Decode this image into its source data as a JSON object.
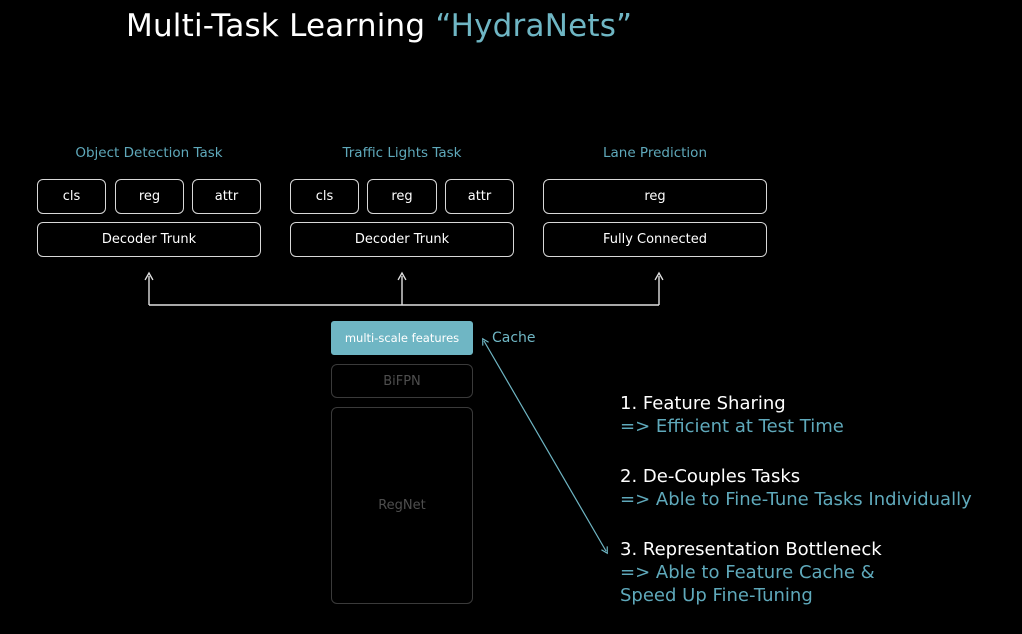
{
  "title": {
    "main": "Multi-Task Learning ",
    "accent": "“HydraNets”"
  },
  "tasks": [
    {
      "label": "Object Detection Task",
      "heads": [
        "cls",
        "reg",
        "attr"
      ],
      "trunk": "Decoder Trunk"
    },
    {
      "label": "Traffic Lights Task",
      "heads": [
        "cls",
        "reg",
        "attr"
      ],
      "trunk": "Decoder Trunk"
    },
    {
      "label": "Lane Prediction",
      "heads": [
        "reg"
      ],
      "trunk": "Fully Connected"
    }
  ],
  "backbone": {
    "features": "multi-scale features",
    "bifpn": "BiFPN",
    "regnet": "RegNet",
    "cache_label": "Cache"
  },
  "notes": [
    {
      "heading": "1. Feature Sharing",
      "lines": [
        "=> Efficient at Test Time"
      ]
    },
    {
      "heading": "2. De-Couples Tasks",
      "lines": [
        "=> Able to Fine-Tune Tasks Individually"
      ]
    },
    {
      "heading": "3. Representation Bottleneck",
      "lines": [
        "=> Able to Feature Cache &",
        "Speed Up Fine-Tuning"
      ]
    }
  ],
  "colors": {
    "accent": "#6fb6c4",
    "label": "#5fa9bb",
    "border": "#d8d8d8",
    "dim": "#3a3a3a"
  }
}
